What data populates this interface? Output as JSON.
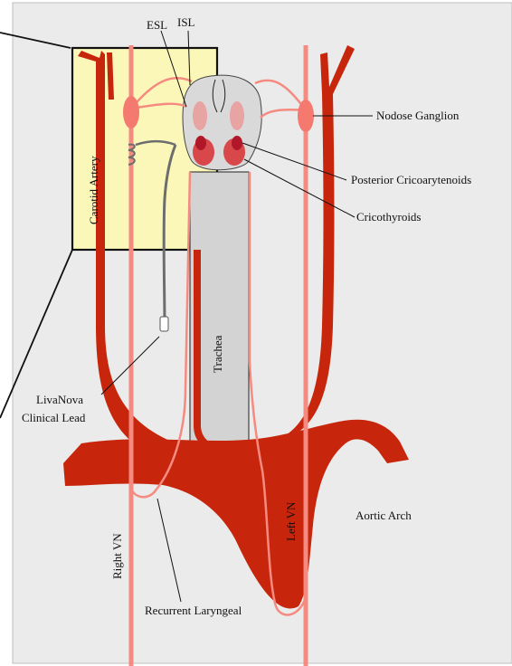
{
  "labels": {
    "esl": "ESL",
    "isl": "ISL",
    "nodose_ganglion": "Nodose Ganglion",
    "posterior_cricoarytenoids": "Posterior Cricoarytenoids",
    "cricothyroids": "Cricothyroids",
    "carotid_artery": "Carotid Artery",
    "trachea": "Trachea",
    "livanova_line1": "LivaNova",
    "livanova_line2": "Clinical Lead",
    "right_vn": "Right VN",
    "left_vn": "Left VN",
    "aortic_arch": "Aortic Arch",
    "recurrent_laryngeal": "Recurrent Laryngeal"
  },
  "colors": {
    "artery": "#c8260c",
    "nerve": "#f58a80",
    "ganglion": "#f47a70",
    "muscle": "#d8474a",
    "larynx_fill": "#d9d9d9",
    "trachea_fill": "#d3d3d3",
    "inset_fill": "#fbf7b8",
    "background": "#ebebeb",
    "lead": "#6d6d6d"
  }
}
